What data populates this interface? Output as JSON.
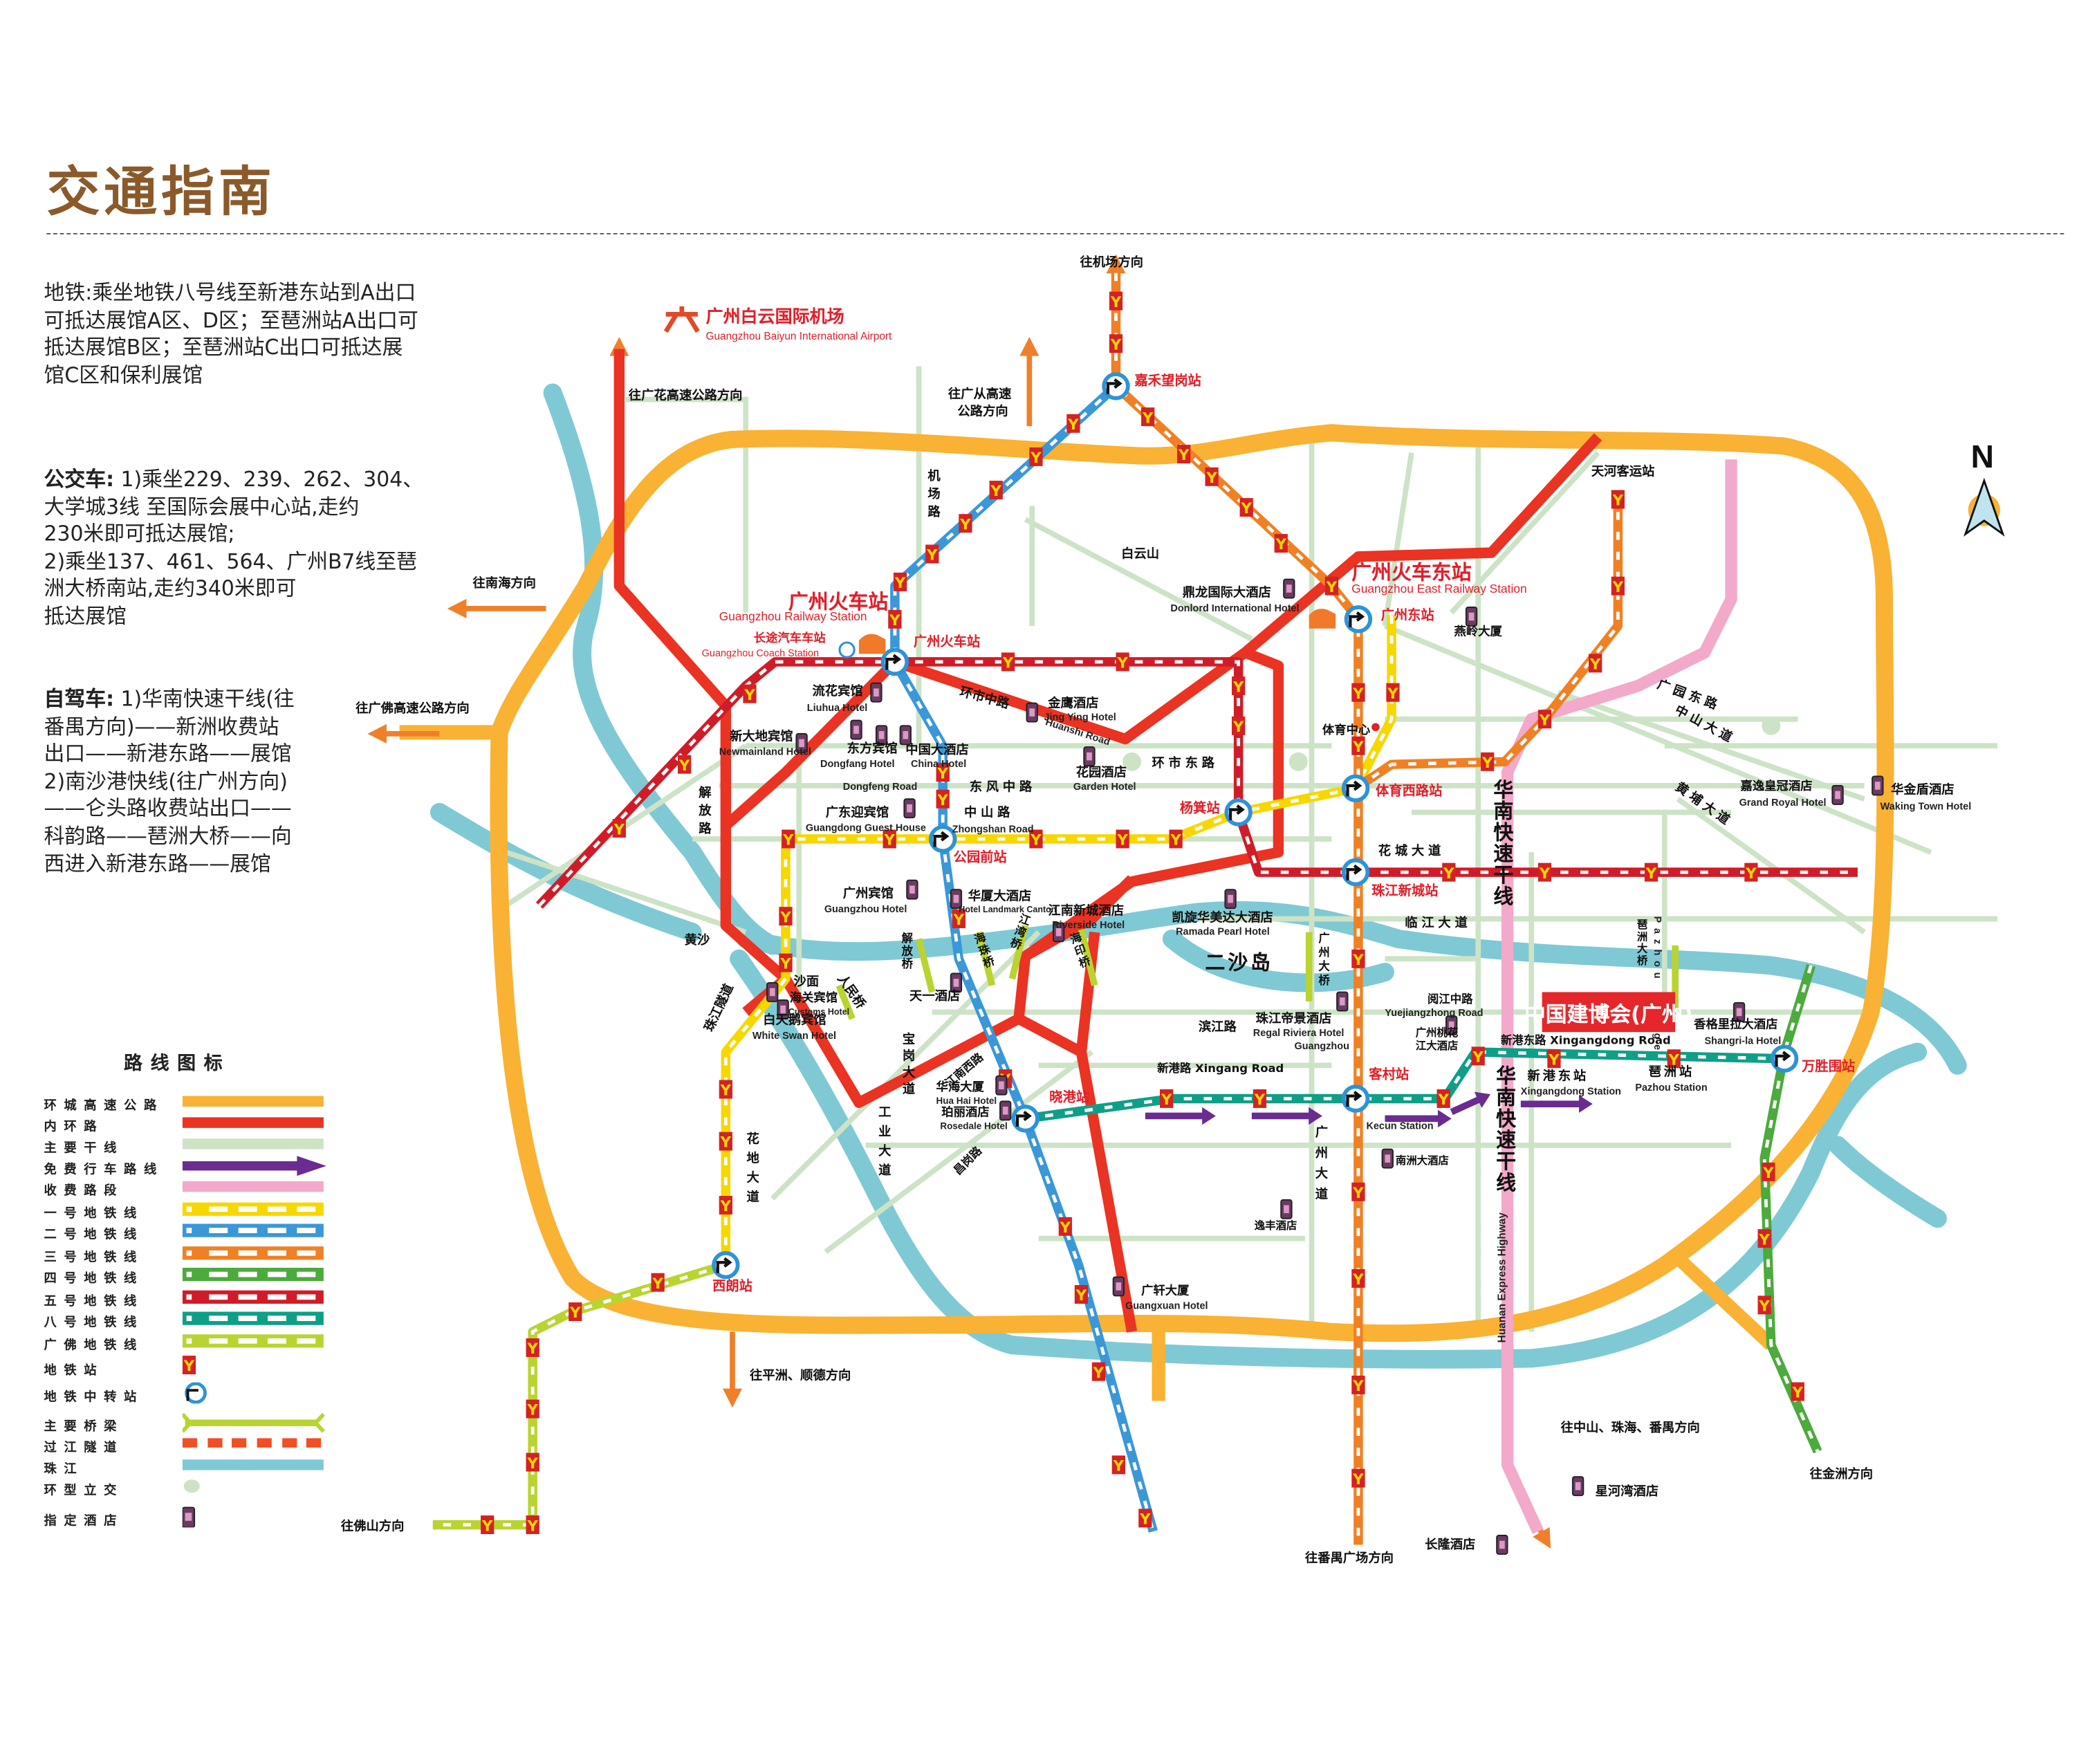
{
  "title": "交通指南",
  "directions": {
    "metro": [
      "地铁:乘坐地铁八号线至新港东站到A出口",
      "可抵达展馆A区、D区；至琶洲站A出口可",
      "抵达展馆B区；至琶洲站C出口可抵达展",
      "馆C区和保利展馆"
    ],
    "bus_lead": "公交车:",
    "bus": [
      " 1)乘坐229、239、262、304、",
      "大学城3线 至国际会展中心站,走约",
      "230米即可抵达展馆;",
      "2)乘坐137、461、564、广州B7线至琶",
      "洲大桥南站,走约340米即可",
      "抵达展馆"
    ],
    "car_lead": "自驾车:",
    "car": [
      " 1)华南快速干线(往",
      "番禺方向)——新洲收费站",
      "出口——新港东路——展馆",
      " 2)南沙港快线(往广州方向)",
      "——仑头路收费站出口——",
      "科韵路——琶洲大桥——向",
      "西进入新港东路——展馆"
    ]
  },
  "legend": {
    "title": "路线图标",
    "items": [
      {
        "label": "环城高速公路",
        "type": "solid",
        "color": "#f9b233"
      },
      {
        "label": "内环路",
        "type": "solid",
        "color": "#ea3323"
      },
      {
        "label": "主要干线",
        "type": "solid",
        "color": "#cde3c6"
      },
      {
        "label": "免费行车路线",
        "type": "arrow",
        "color": "#6a2c91"
      },
      {
        "label": "收费路段",
        "type": "solid",
        "color": "#f3a9c9"
      },
      {
        "label": "一号地铁线",
        "type": "metro",
        "color": "#f7d700"
      },
      {
        "label": "二号地铁线",
        "type": "metro",
        "color": "#3a97d8"
      },
      {
        "label": "三号地铁线",
        "type": "metro",
        "color": "#f08024"
      },
      {
        "label": "四号地铁线",
        "type": "metro",
        "color": "#4bab3c"
      },
      {
        "label": "五号地铁线",
        "type": "metro",
        "color": "#d01c28"
      },
      {
        "label": "八号地铁线",
        "type": "metro",
        "color": "#0f9f87"
      },
      {
        "label": "广佛地铁线",
        "type": "metro",
        "color": "#b9d431"
      },
      {
        "label": "地铁站",
        "type": "station"
      },
      {
        "label": "地铁中转站",
        "type": "interchange"
      },
      {
        "label": "主要桥梁",
        "type": "bridge",
        "color": "#b9d431"
      },
      {
        "label": "过江隧道",
        "type": "tunnel",
        "color": "#f04e23"
      },
      {
        "label": "珠江",
        "type": "solid",
        "color": "#7fc9d4"
      },
      {
        "label": "环型立交",
        "type": "roundabout",
        "color": "#cde3c6"
      },
      {
        "label": "指定酒店",
        "type": "hotel"
      }
    ]
  },
  "colors": {
    "title": "#8a5a2b",
    "ring_expressway": "#f9b233",
    "inner_ring": "#ea3323",
    "main_road": "#cde3c6",
    "river": "#7fc9d4",
    "toll": "#f3a9c9",
    "free_route": "#6a2c91",
    "station_red": "#e0202a",
    "expo_box": "#e5262a"
  },
  "map_labels": {
    "airport_cn": "广州白云国际机场",
    "airport_en": "Guangzhou Baiyun International Airport",
    "to_airport": "往机场方向",
    "to_guanghua": "往广花高速公路方向",
    "to_guangcong_1": "往广从高速",
    "to_guangcong_2": "公路方向",
    "to_nanhai": "往南海方向",
    "to_guangfo": "往广佛高速公路方向",
    "airport_road": "机场路",
    "baiyunshan": "白云山",
    "jiahewanggang": "嘉禾望岗站",
    "gz_rail_cn": "广州火车站",
    "gz_rail_en": "Guangzhou Railway Station",
    "coach_cn": "长途汽车车站",
    "coach_en": "Guangzhou Coach Station",
    "gz_rail_stop": "广州火车站",
    "east_rail_cn": "广州火车东站",
    "east_rail_en": "Guangzhou East Railway Station",
    "gz_east_stop": "广州东站",
    "tianhe_coach": "天河客运站",
    "donlord_cn": "鼎龙国际大酒店",
    "donlord_en": "Donlord International Hotel",
    "yanling": "燕岭大厦",
    "sports_center": "体育中心",
    "tiyuxilu": "体育西路站",
    "zhujiang_newtown": "珠江新城站",
    "yangji": "杨箕站",
    "gongyuanqian": "公园前站",
    "guangyuan_east": "广园东路",
    "zhongshan_ave": "中山大道",
    "huangpu_ave": "黄埔大道",
    "grand_royal_cn": "嘉逸皇冠酒店",
    "grand_royal_en": "Grand Royal Hotel",
    "waking_cn": "华金盾酒店",
    "waking_en": "Waking Town Hotel",
    "huacheng_ave": "花城大道",
    "linjiang_ave": "临江大道",
    "huanan_cn_1": "华南快速干线",
    "huanan_cn_2": "华南快速干线",
    "huanan_en": "Huanan Express Highway",
    "liuhua_cn": "流花宾馆",
    "liuhua_en": "Liuhua Hotel",
    "newmainland_cn": "新大地宾馆",
    "newmainland_en": "Newmainland Hotel",
    "dongfang_cn": "东方宾馆",
    "dongfang_en": "Dongfang Hotel",
    "china_cn": "中国大酒店",
    "china_en": "China Hotel",
    "huanshi_mid": "环市中路",
    "jingying_cn": "金鹰酒店",
    "jingying_en": "Jing Ying Hotel",
    "huanshi_en": "Huanshi Road",
    "garden_cn": "花园酒店",
    "garden_en": "Garden Hotel",
    "huanshi_east": "环市东路",
    "dongfeng_mid": "东风中路",
    "dongfeng_en": "Dongfeng Road",
    "zhongshan_rd": "中山路",
    "zhongshan_en": "Zhongshan Road",
    "gd_guest_cn": "广东迎宾馆",
    "gd_guest_en": "Guangdong Guest House",
    "jiefang_rd": "解放路",
    "gz_hotel_cn": "广州宾馆",
    "gz_hotel_en": "Guangzhou Hotel",
    "landmark_cn": "华厦大酒店",
    "landmark_en": "Hotel Landmark Canton",
    "riverside_cn": "江南新城酒店",
    "riverside_en": "Riverside Hotel",
    "ramada_cn": "凯旋华美达大酒店",
    "ramada_en": "Ramada Pearl Hotel",
    "huangsha": "黄沙",
    "ershadao": "二沙岛",
    "gz_bridge": "广州大桥",
    "shamian": "沙面",
    "customs_cn": "海关宾馆",
    "customs_en": "Customs Hotel",
    "whiteswan_cn": "白天鹅宾馆",
    "whiteswan_en": "White Swan Hotel",
    "renmin_bridge": "人民桥",
    "zhujiang_tunnel": "珠江隧道",
    "tianyi": "天一酒店",
    "jiefang_bridge": "解放桥",
    "haizhu_bridge": "海珠桥",
    "jiangwan_bridge": "江湾桥",
    "haiyin_bridge": "海印桥",
    "baogang_ave": "宝岗大道",
    "gongye_ave": "工业大道",
    "jiangnan_west": "江南西路",
    "huahai_cn": "华海大厦",
    "huahai_en": "Hua Hai Hotel",
    "rosedale_cn": "珀丽酒店",
    "rosedale_en": "Rosedale Hotel",
    "changgang_rd": "昌岗路",
    "xiaogang": "晓港站",
    "huadi_ave": "花地大道",
    "binjiang_rd": "滨江路",
    "regal_cn": "珠江帝景酒店",
    "regal_en_1": "Regal Riviera Hotel",
    "regal_en_2": "Guangzhou",
    "yuejiang_cn": "阅江中路",
    "yuejiang_en": "Yuejiangzhong Road",
    "taohua_1": "广州桃花",
    "taohua_2": "江大酒店",
    "xingangdong_rd": "新港东路 Xingangdong Road",
    "shangrila_cn": "香格里拉大酒店",
    "shangrila_en": "Shangri-la Hotel",
    "pazhou_bridge_cn": "琶洲大桥",
    "pazhou_bridge_en": "Pazhou Bridge",
    "xingang_rd": "新港路 Xingang Road",
    "kecun": "客村站",
    "kecun_en": "Kecun Station",
    "xingangdong_stn_cn": "新港东站",
    "xingangdong_stn_en": "Xingangdong Station",
    "pazhou_stn_cn": "琶洲站",
    "pazhou_stn_en": "Pazhou Station",
    "wanshengwei": "万胜围站",
    "nanzhou": "南洲大酒店",
    "gz_ave": "广州大道",
    "yifeng": "逸丰酒店",
    "guangxuan_cn": "广轩大厦",
    "guangxuan_en": "Guangxuan Hotel",
    "xilang": "西朗站",
    "to_pingzhou": "往平洲、顺德方向",
    "to_foshan": "往佛山方向",
    "to_panyu_sq": "往番禺广场方向",
    "changlong": "长隆酒店",
    "xinghewan": "星河湾酒店",
    "to_zhongshan": "往中山、珠海、番禺方向",
    "to_jinzhou": "往金洲方向",
    "expo": "中国建博会(广州)",
    "north": "N"
  }
}
